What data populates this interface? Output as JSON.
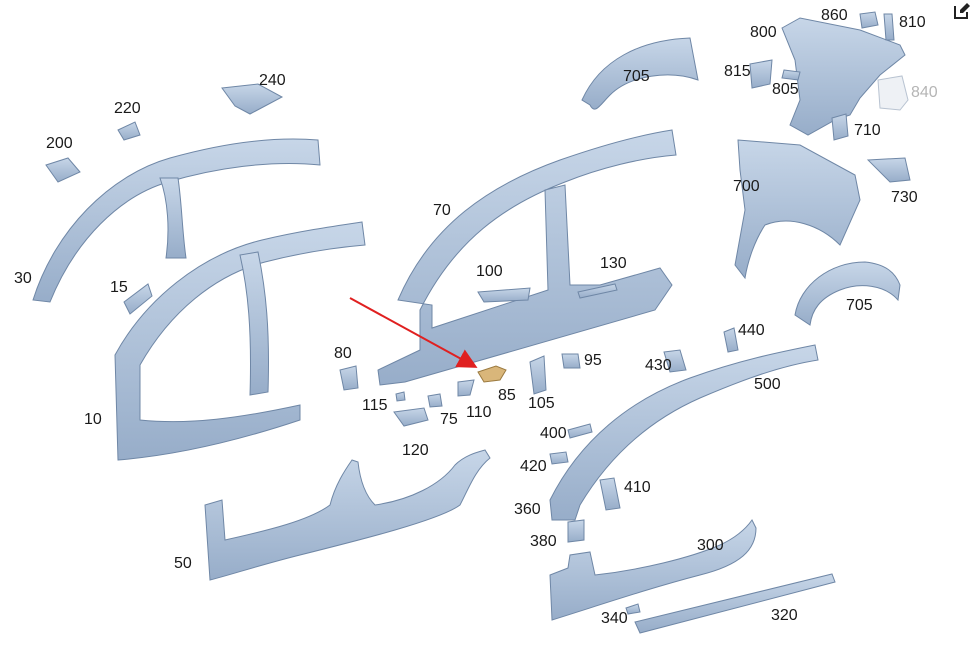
{
  "diagram": {
    "part_labels": [
      "10",
      "15",
      "30",
      "50",
      "70",
      "75",
      "80",
      "85",
      "95",
      "100",
      "105",
      "110",
      "115",
      "120",
      "130",
      "200",
      "220",
      "240",
      "300",
      "320",
      "340",
      "360",
      "380",
      "400",
      "410",
      "420",
      "430",
      "440",
      "500",
      "700",
      "705",
      "705",
      "710",
      "730",
      "800",
      "805",
      "810",
      "815",
      "840",
      "860"
    ],
    "highlighted_part": "85",
    "dimmed_part": "840"
  },
  "colors": {
    "part_fill": "#a9bdd6",
    "part_fill_light": "#c3d3e6",
    "part_stroke": "#6f87a6",
    "part_shadow": "#8aa1bf",
    "highlight_fill": "#d9b67a",
    "arrow": "#e02020"
  },
  "toolbar": {
    "edit_icon": "edit-icon"
  }
}
